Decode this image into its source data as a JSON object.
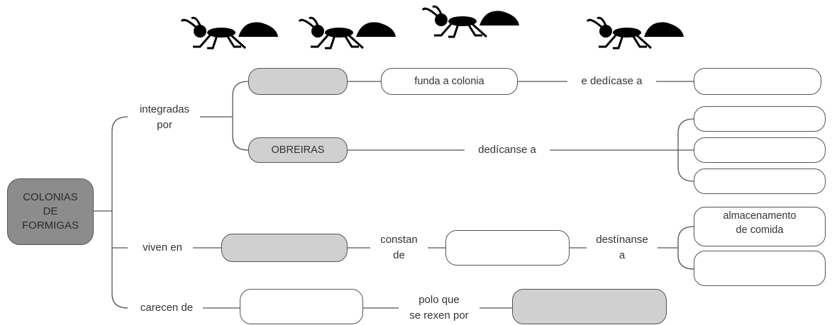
{
  "root": {
    "label": "COLONIAS\nDE\nFORMIGAS"
  },
  "branches": {
    "integradas": "integradas\npor",
    "viven": "viven en",
    "carecen": "carecen de"
  },
  "boxes": {
    "obreiras": "OBREIRAS",
    "funda": "funda a colonia",
    "almacenamento": "almacenamento\nde comida"
  },
  "connectors": {
    "dedicase": "e dedícase a",
    "dedicanse": "dedícanse a",
    "constan": "constan\nde",
    "destinanse": "destínanse\na",
    "poloque": "polo que\nse rexen por"
  },
  "icons": [
    "ant-icon",
    "ant-icon",
    "ant-icon",
    "ant-icon"
  ],
  "colors": {
    "dark_box": "#8c8c8c",
    "gray_box": "#d0d0d0",
    "line": "#555555"
  }
}
